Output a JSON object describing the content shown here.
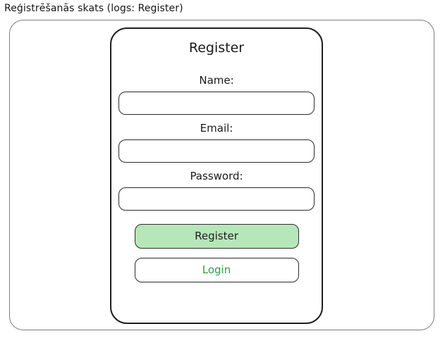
{
  "page": {
    "title": "Reģistrēšanās skats (logs: Register)"
  },
  "form": {
    "heading": "Register",
    "fields": [
      {
        "name": "name",
        "label": "Name:",
        "value": "",
        "placeholder": ""
      },
      {
        "name": "email",
        "label": "Email:",
        "value": "",
        "placeholder": ""
      },
      {
        "name": "password",
        "label": "Password:",
        "value": "",
        "placeholder": ""
      }
    ],
    "buttons": {
      "register_label": "Register",
      "login_label": "Login"
    }
  },
  "colors": {
    "register_button_bg": "#b5e7b8",
    "login_text": "#2aa04d",
    "border_dark": "#1f1f1f",
    "input_border": "#2b2b2b",
    "outer_border": "#7e7e7e"
  }
}
